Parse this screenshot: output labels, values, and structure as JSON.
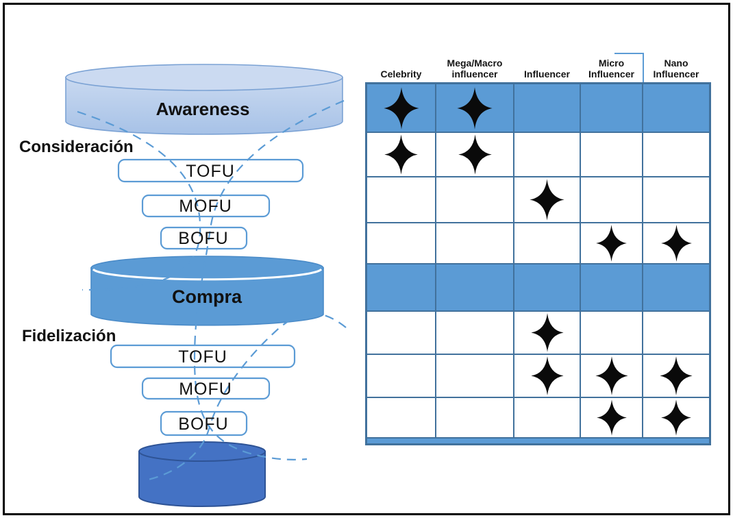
{
  "diagram": {
    "stages": {
      "awareness": "Awareness",
      "consideration": "Consideración",
      "purchase": "Compra",
      "loyalty": "Fidelización"
    },
    "consideration_steps": [
      "TOFU",
      "MOFU",
      "BOFU"
    ],
    "loyalty_steps": [
      "TOFU",
      "MOFU",
      "BOFU"
    ]
  },
  "matrix": {
    "columns": [
      "Celebrity",
      "Mega/Macro influencer",
      "Influencer",
      "Micro Influencer",
      "Nano Influencer"
    ],
    "rows": [
      {
        "shade": "blue",
        "stars": [
          1,
          1,
          0,
          0,
          0
        ]
      },
      {
        "shade": "white",
        "stars": [
          1,
          1,
          0,
          0,
          0
        ]
      },
      {
        "shade": "white",
        "stars": [
          0,
          0,
          1,
          0,
          0
        ]
      },
      {
        "shade": "white",
        "stars": [
          0,
          0,
          0,
          1,
          1
        ]
      },
      {
        "shade": "blue",
        "stars": [
          0,
          0,
          0,
          0,
          0
        ]
      },
      {
        "shade": "white",
        "stars": [
          0,
          0,
          1,
          0,
          0
        ]
      },
      {
        "shade": "white",
        "stars": [
          0,
          0,
          1,
          1,
          1
        ]
      },
      {
        "shade": "white",
        "stars": [
          0,
          0,
          0,
          1,
          1
        ]
      }
    ]
  },
  "colors": {
    "table_fill_blue": "#5B9BD5",
    "table_border": "#41719C",
    "cylinder_light_top": "#C9D9F0",
    "cylinder_light_bottom": "#A7C2E7",
    "cylinder_light_stroke": "#7BA2D4",
    "cylinder_medium": "#5B9BD5",
    "cylinder_medium_stroke": "#4A8BC8",
    "cylinder_dark": "#4472C4",
    "cylinder_dark_stroke": "#2E5395",
    "box_border": "#5B9BD5",
    "dashed_line": "#5B9BD5",
    "star": "#0A0A0A"
  }
}
